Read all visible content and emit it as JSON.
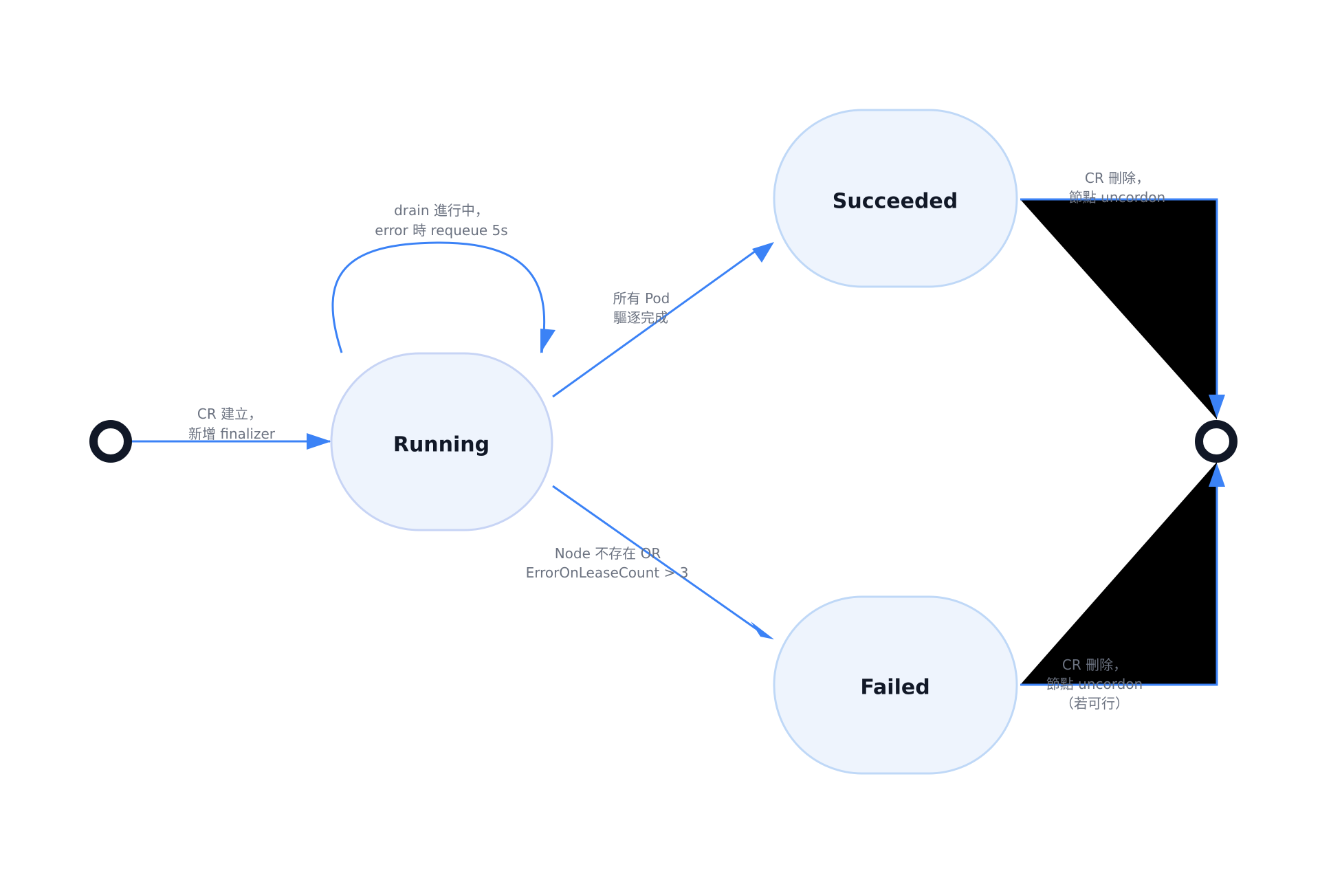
{
  "diagram": {
    "type": "state-diagram",
    "colors": {
      "edge": "#3b82f6",
      "state_fill": "#eef4fd",
      "state_stroke": "#bfd8f7",
      "running_stroke": "#c7d4f5",
      "node_dark": "#111827",
      "label_text": "#6b7280",
      "state_text": "#111827",
      "artifact_fill": "#000000"
    },
    "states": {
      "running": "Running",
      "succeeded": "Succeeded",
      "failed": "Failed"
    },
    "transitions": {
      "start_to_running": [
        "CR 建立，",
        "新增 finalizer"
      ],
      "running_self": [
        "drain 進行中，",
        "error 時 requeue 5s"
      ],
      "running_to_succeeded": [
        "所有 Pod",
        "驅逐完成"
      ],
      "running_to_failed": [
        "Node 不存在 OR",
        "ErrorOnLeaseCount > 3"
      ],
      "succeeded_to_end": [
        "CR 刪除，",
        "節點 uncordon"
      ],
      "failed_to_end": [
        "CR 刪除，",
        "節點 uncordon",
        "（若可行）"
      ]
    }
  }
}
